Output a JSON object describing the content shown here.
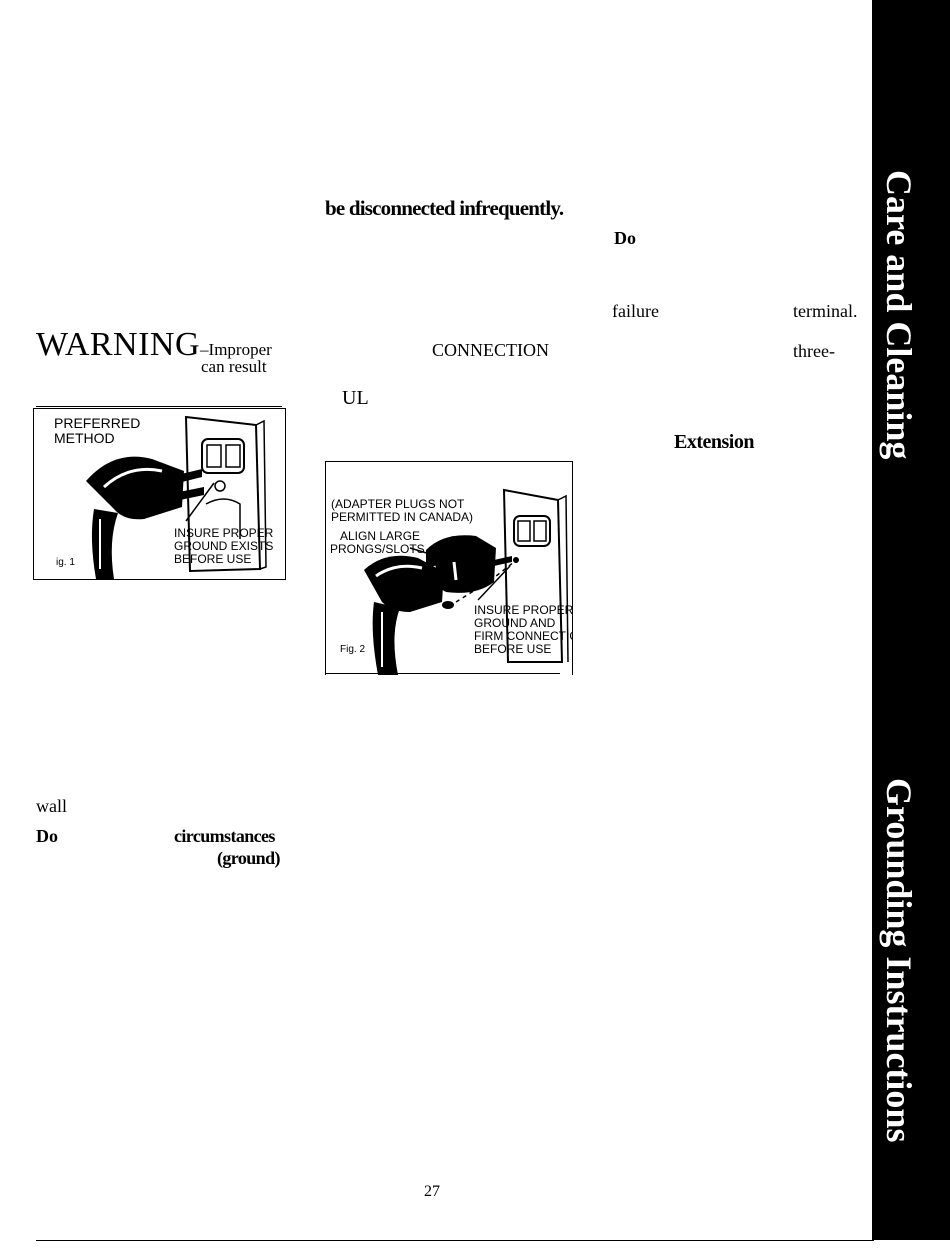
{
  "tabs": {
    "care_cleaning": "Care and Cleaning",
    "grounding": "Grounding Instructions"
  },
  "col1": {
    "warning_word": "WARNING",
    "warning_dash": "–",
    "warning_tail1": "Improper",
    "warning_tail2": "can result",
    "wall": "wall",
    "do": "Do",
    "circumstances": "circumstances",
    "ground": "(ground)"
  },
  "col2": {
    "disconnected": "be disconnected infrequently.",
    "connection": "CONNECTION",
    "ul": "UL"
  },
  "col3": {
    "do": "Do",
    "failure": "failure",
    "terminal": "terminal.",
    "three": "three-",
    "extension": "Extension"
  },
  "figure1": {
    "preferred": "PREFERRED",
    "method": "METHOD",
    "insure1": "INSURE PROPER",
    "insure2": "GROUND EXISTS",
    "insure3": "BEFORE USE",
    "fig_label": "ig. 1"
  },
  "figure2": {
    "adapter1": "(ADAPTER PLUGS NOT",
    "adapter2": "PERMITTED IN CANADA)",
    "align1": "ALIGN LARGE",
    "align2": "PRONGS/SLOTS",
    "insure1": "INSURE PROPER",
    "insure2": "GROUND AND",
    "insure3": "FIRM CONNECTIO",
    "insure4": "BEFORE USE",
    "fig_label": "Fig. 2"
  },
  "page_number": "27"
}
